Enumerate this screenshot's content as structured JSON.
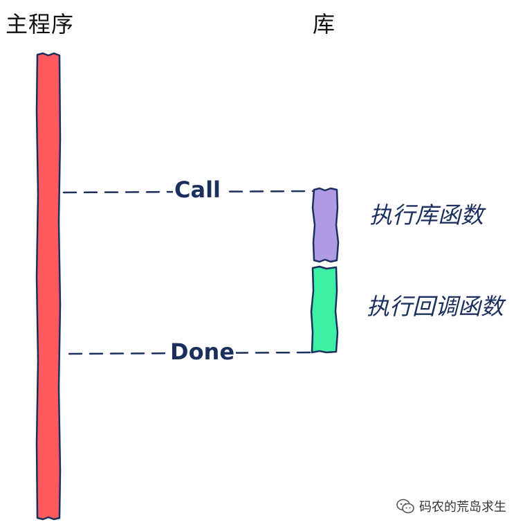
{
  "lanes": {
    "main_label": "主程序",
    "library_label": "库"
  },
  "messages": {
    "call_label": "Call",
    "done_label": "Done"
  },
  "activities": {
    "library_function": "执行库函数",
    "callback_function": "执行回调函数"
  },
  "watermark": {
    "text": "码农的荒岛求生",
    "icon": "wechat-icon"
  },
  "colors": {
    "main_bar": "#ff5a5f",
    "outline": "#1b2f5e",
    "library_block": "#ae9be3",
    "callback_block": "#3ef0a6",
    "text": "#1b2f5e"
  }
}
